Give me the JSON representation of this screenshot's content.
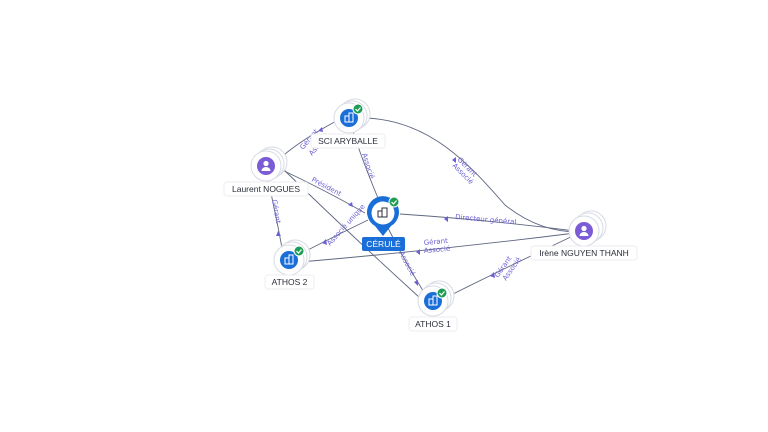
{
  "colors": {
    "company": "#1a6ed8",
    "person": "#7b5cd6",
    "check": "#1f9d55",
    "edge": "#5f6781",
    "edge_label": "#6b5fd6",
    "focus_label_bg": "#1a6ed8"
  },
  "icons": {
    "company": "building-icon",
    "person": "user-icon",
    "verified": "check-icon"
  },
  "nodes": {
    "sci": {
      "label": "SCI ARYBALLE",
      "kind": "company",
      "verified": true
    },
    "laurent": {
      "label": "Laurent NOGUES",
      "kind": "person",
      "verified": false
    },
    "cerule": {
      "label": "CÉRULÉ",
      "kind": "company",
      "verified": true,
      "focus": true
    },
    "irene": {
      "label": "Irène NGUYEN THANH",
      "kind": "person",
      "verified": false
    },
    "athos2": {
      "label": "ATHOS 2",
      "kind": "company",
      "verified": true
    },
    "athos1": {
      "label": "ATHOS 1",
      "kind": "company",
      "verified": true
    }
  },
  "edges": [
    {
      "id": "laurent-sci",
      "labels": [
        "Gérant",
        "Associé"
      ]
    },
    {
      "id": "sci-cerule",
      "labels": [
        "Associé"
      ]
    },
    {
      "id": "sci-irene",
      "labels": [
        "Gérant",
        "Associé"
      ]
    },
    {
      "id": "laurent-cerule",
      "labels": [
        "Président"
      ]
    },
    {
      "id": "laurent-athos2",
      "labels": [
        "Gérant"
      ]
    },
    {
      "id": "athos2-cerule",
      "labels": [
        "Associé unique"
      ]
    },
    {
      "id": "cerule-irene",
      "labels": [
        "Directeur général"
      ]
    },
    {
      "id": "athos2-irene",
      "labels": [
        "Gérant",
        "Associé"
      ]
    },
    {
      "id": "cerule-athos1",
      "labels": [
        "Associé"
      ]
    },
    {
      "id": "laurent-athos1",
      "labels": []
    },
    {
      "id": "athos1-irene",
      "labels": [
        "Gérant",
        "Associé"
      ]
    }
  ]
}
